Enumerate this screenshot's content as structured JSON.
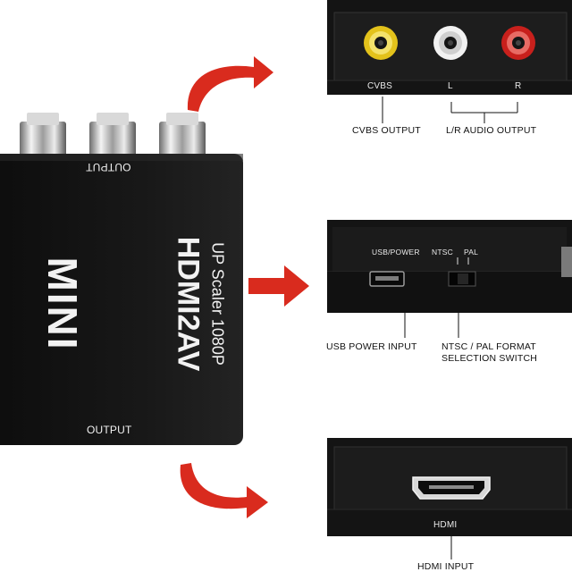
{
  "device": {
    "brand": "MINI",
    "model": "HDMI2AV",
    "subtitle": "UP Scaler 1080P",
    "top_label": "OUTPUT",
    "bottom_label": "OUTPUT"
  },
  "panel_top": {
    "port_labels": [
      "CVBS",
      "L",
      "R"
    ],
    "callouts": [
      "CVBS OUTPUT",
      "L/R AUDIO OUTPUT"
    ],
    "jack_colors": [
      "#e3c21b",
      "#f2f2f2",
      "#c8201c"
    ]
  },
  "panel_mid": {
    "usb_label": "USB/POWER",
    "ntsc_label": "NTSC",
    "pal_label": "PAL",
    "callout_usb": "USB POWER INPUT",
    "callout_switch_1": "NTSC / PAL FORMAT",
    "callout_switch_2": "SELECTION SWITCH"
  },
  "panel_bottom": {
    "port_label": "HDMI",
    "callout": "HDMI INPUT"
  },
  "accent_color": "#d92b1e"
}
